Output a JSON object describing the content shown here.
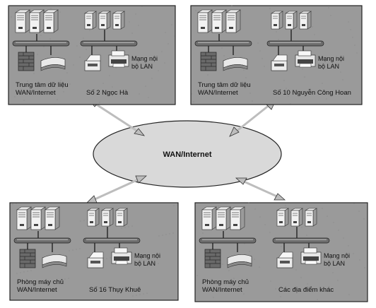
{
  "center": {
    "label": "WAN/Internet"
  },
  "sites": [
    {
      "datacenter_label": [
        "Trung tâm dữ liệu",
        "WAN/Internet"
      ],
      "lan_label": [
        "Mạng nội",
        "bộ LAN"
      ],
      "site_name": "Số 2 Ngọc Hà"
    },
    {
      "datacenter_label": [
        "Trung tâm dữ liệu",
        "WAN/Internet"
      ],
      "lan_label": [
        "Mạng nội",
        "bộ LAN"
      ],
      "site_name": "Số 10 Nguyễn Công Hoan"
    },
    {
      "datacenter_label": [
        "Phòng máy chủ",
        "WAN/Internet"
      ],
      "lan_label": [
        "Mạng nội",
        "bộ LAN"
      ],
      "site_name": "Số 16 Thụy Khuê"
    },
    {
      "datacenter_label": [
        "Phòng máy chủ",
        "WAN/Internet"
      ],
      "lan_label": [
        "Mạng nội",
        "bộ LAN"
      ],
      "site_name": "Các địa điểm khác"
    }
  ],
  "colors": {
    "panel": "#9a9a9a",
    "panel_border": "#222222",
    "cloud": "#d9d9d9",
    "arrow": "#bdbdbd"
  }
}
